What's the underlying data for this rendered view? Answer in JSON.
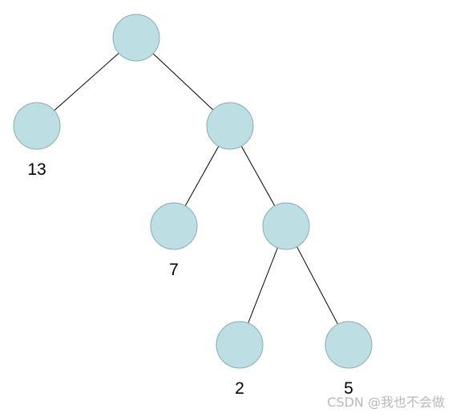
{
  "tree": {
    "node_fill": "#bddfe3",
    "node_stroke": "#8aacb0",
    "edge_color": "#000000",
    "nodes": [
      {
        "id": "root",
        "label": ""
      },
      {
        "id": "left-leaf",
        "label": "13"
      },
      {
        "id": "right-internal",
        "label": ""
      },
      {
        "id": "leaf-7",
        "label": "7"
      },
      {
        "id": "lower-internal",
        "label": ""
      },
      {
        "id": "leaf-2",
        "label": "2"
      },
      {
        "id": "leaf-5",
        "label": "5"
      }
    ],
    "edges": [
      [
        "root",
        "left-leaf"
      ],
      [
        "root",
        "right-internal"
      ],
      [
        "right-internal",
        "leaf-7"
      ],
      [
        "right-internal",
        "lower-internal"
      ],
      [
        "lower-internal",
        "leaf-2"
      ],
      [
        "lower-internal",
        "leaf-5"
      ]
    ]
  },
  "watermark": "CSDN @我也不会做"
}
